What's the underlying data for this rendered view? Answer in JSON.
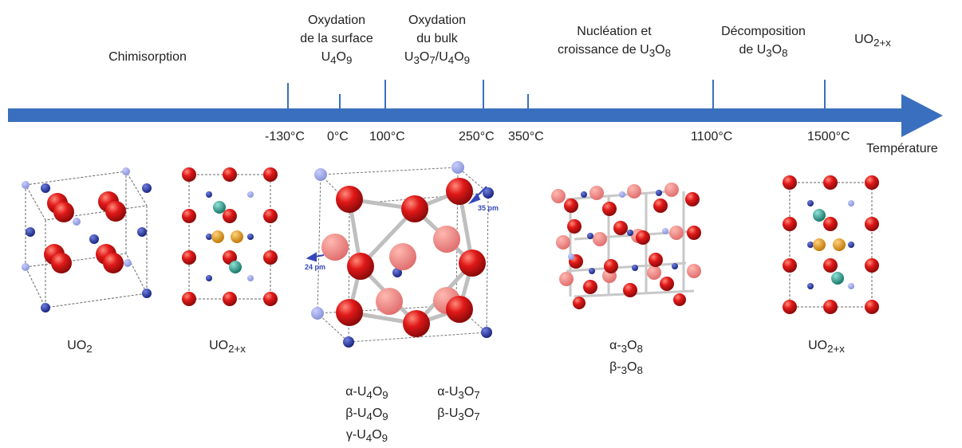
{
  "stages": [
    {
      "lines": [
        "Chimisorption"
      ]
    },
    {
      "lines": [
        "Oxydation",
        "de la surface",
        "U4O9"
      ]
    },
    {
      "lines": [
        "Oxydation",
        "du bulk",
        "U3O7/U4O9"
      ]
    },
    {
      "lines": [
        "Nucléation et",
        "croissance de U3O8"
      ]
    },
    {
      "lines": [
        "Décomposition",
        "de U3O8"
      ]
    },
    {
      "lines": [
        "UO2+x"
      ]
    }
  ],
  "temperatures": [
    "-130°C",
    "0°C",
    "100°C",
    "250°C",
    "350°C",
    "1100°C",
    "1500°C"
  ],
  "axis_label": "Température",
  "structures": [
    {
      "name": "UO2"
    },
    {
      "name": "UO2+x"
    },
    {
      "name": "α-U4O9 / β-U4O9 / γ-U4O9 / α-U3O7 / β-U3O7"
    },
    {
      "name": "α-3O8 / β-3O8"
    },
    {
      "name": "UO2+x"
    }
  ],
  "phase_labels": [
    {
      "lines": [
        "UO2"
      ]
    },
    {
      "lines": [
        "UO2+x"
      ]
    },
    {
      "lines": [
        "α-U4O9",
        "β-U4O9",
        "γ-U4O9"
      ]
    },
    {
      "lines": [
        "α-U3O7",
        "β-U3O7"
      ]
    },
    {
      "lines": [
        "α-3O8",
        "β-3O8"
      ]
    },
    {
      "lines": [
        "UO2+x"
      ]
    }
  ],
  "annotations": [
    "35 pm",
    "24 pm"
  ],
  "colors": {
    "arrow": "#3a6fbf",
    "oxygen": "#d81e1e",
    "uranium_small": "#2c3a9a",
    "dopant_teal": "#2a9d8f",
    "dopant_orange": "#e8a020"
  }
}
